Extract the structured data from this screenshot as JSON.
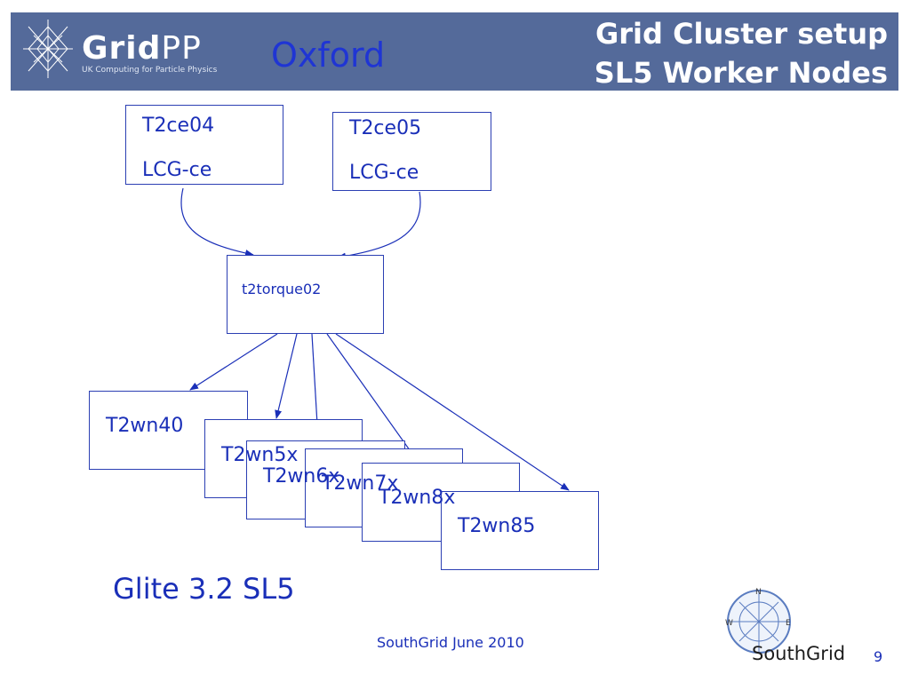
{
  "header": {
    "logo_bold": "Grid",
    "logo_light": "PP",
    "logo_subtitle": "UK Computing for Particle Physics",
    "site": "Oxford",
    "title_line1": "Grid Cluster setup",
    "title_line2": "SL5 Worker Nodes"
  },
  "nodes": {
    "ce04": {
      "name": "T2ce04",
      "role": "LCG-ce"
    },
    "ce05": {
      "name": "T2ce05",
      "role": "LCG-ce"
    },
    "torque": {
      "name": "t2torque02"
    },
    "workers": [
      "T2wn40",
      "T2wn5x",
      "T2wn6x",
      "T2wn7x",
      "T2wn8x",
      "T2wn85"
    ]
  },
  "glite_label": "Glite 3.2 SL5",
  "footer": "SouthGrid June 2010",
  "southgrid_logo": {
    "text": "SouthGrid",
    "compass": [
      "N",
      "W",
      "E"
    ]
  },
  "page_number": "9",
  "colors": {
    "header_bg": "#546a9a",
    "text_blue": "#1a2fb8",
    "box_border": "#2b3fb3",
    "site_blue": "#1f35d4"
  }
}
